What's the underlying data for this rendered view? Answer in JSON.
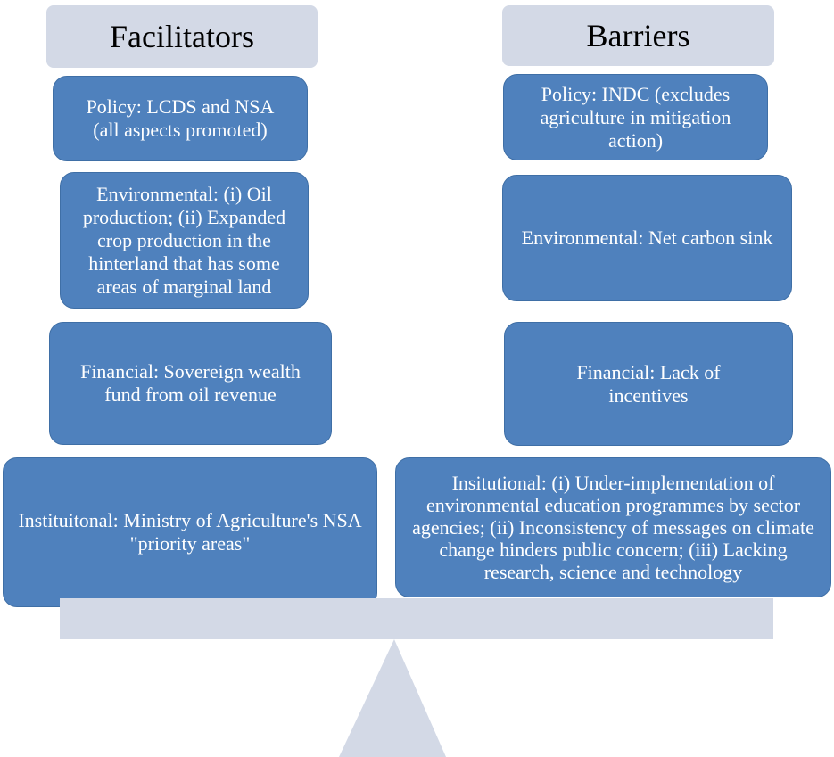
{
  "facilitators": {
    "header": "Facilitators",
    "items": [
      "Policy: LCDS and NSA (all aspects promoted)",
      "Environmental: (i) Oil production; (ii) Expanded crop production in the hinterland that has some areas of marginal land",
      "Financial: Sovereign wealth fund from oil revenue",
      "Instituitonal: Ministry of Agriculture's NSA \"priority areas\""
    ]
  },
  "barriers": {
    "header": "Barriers",
    "items": [
      "Policy: INDC (excludes agriculture in mitigation action)",
      "Environmental: Net carbon sink",
      "Financial: Lack of incentives",
      "Insitutional: (i) Under-implementation of environmental education programmes by sector agencies; (ii) Inconsistency of messages on climate change hinders public concern; (iii) Lacking research, science and technology"
    ]
  },
  "colors": {
    "box_fill": "#4f81bd",
    "header_fill": "#d3d9e6",
    "box_text": "#ffffff"
  }
}
